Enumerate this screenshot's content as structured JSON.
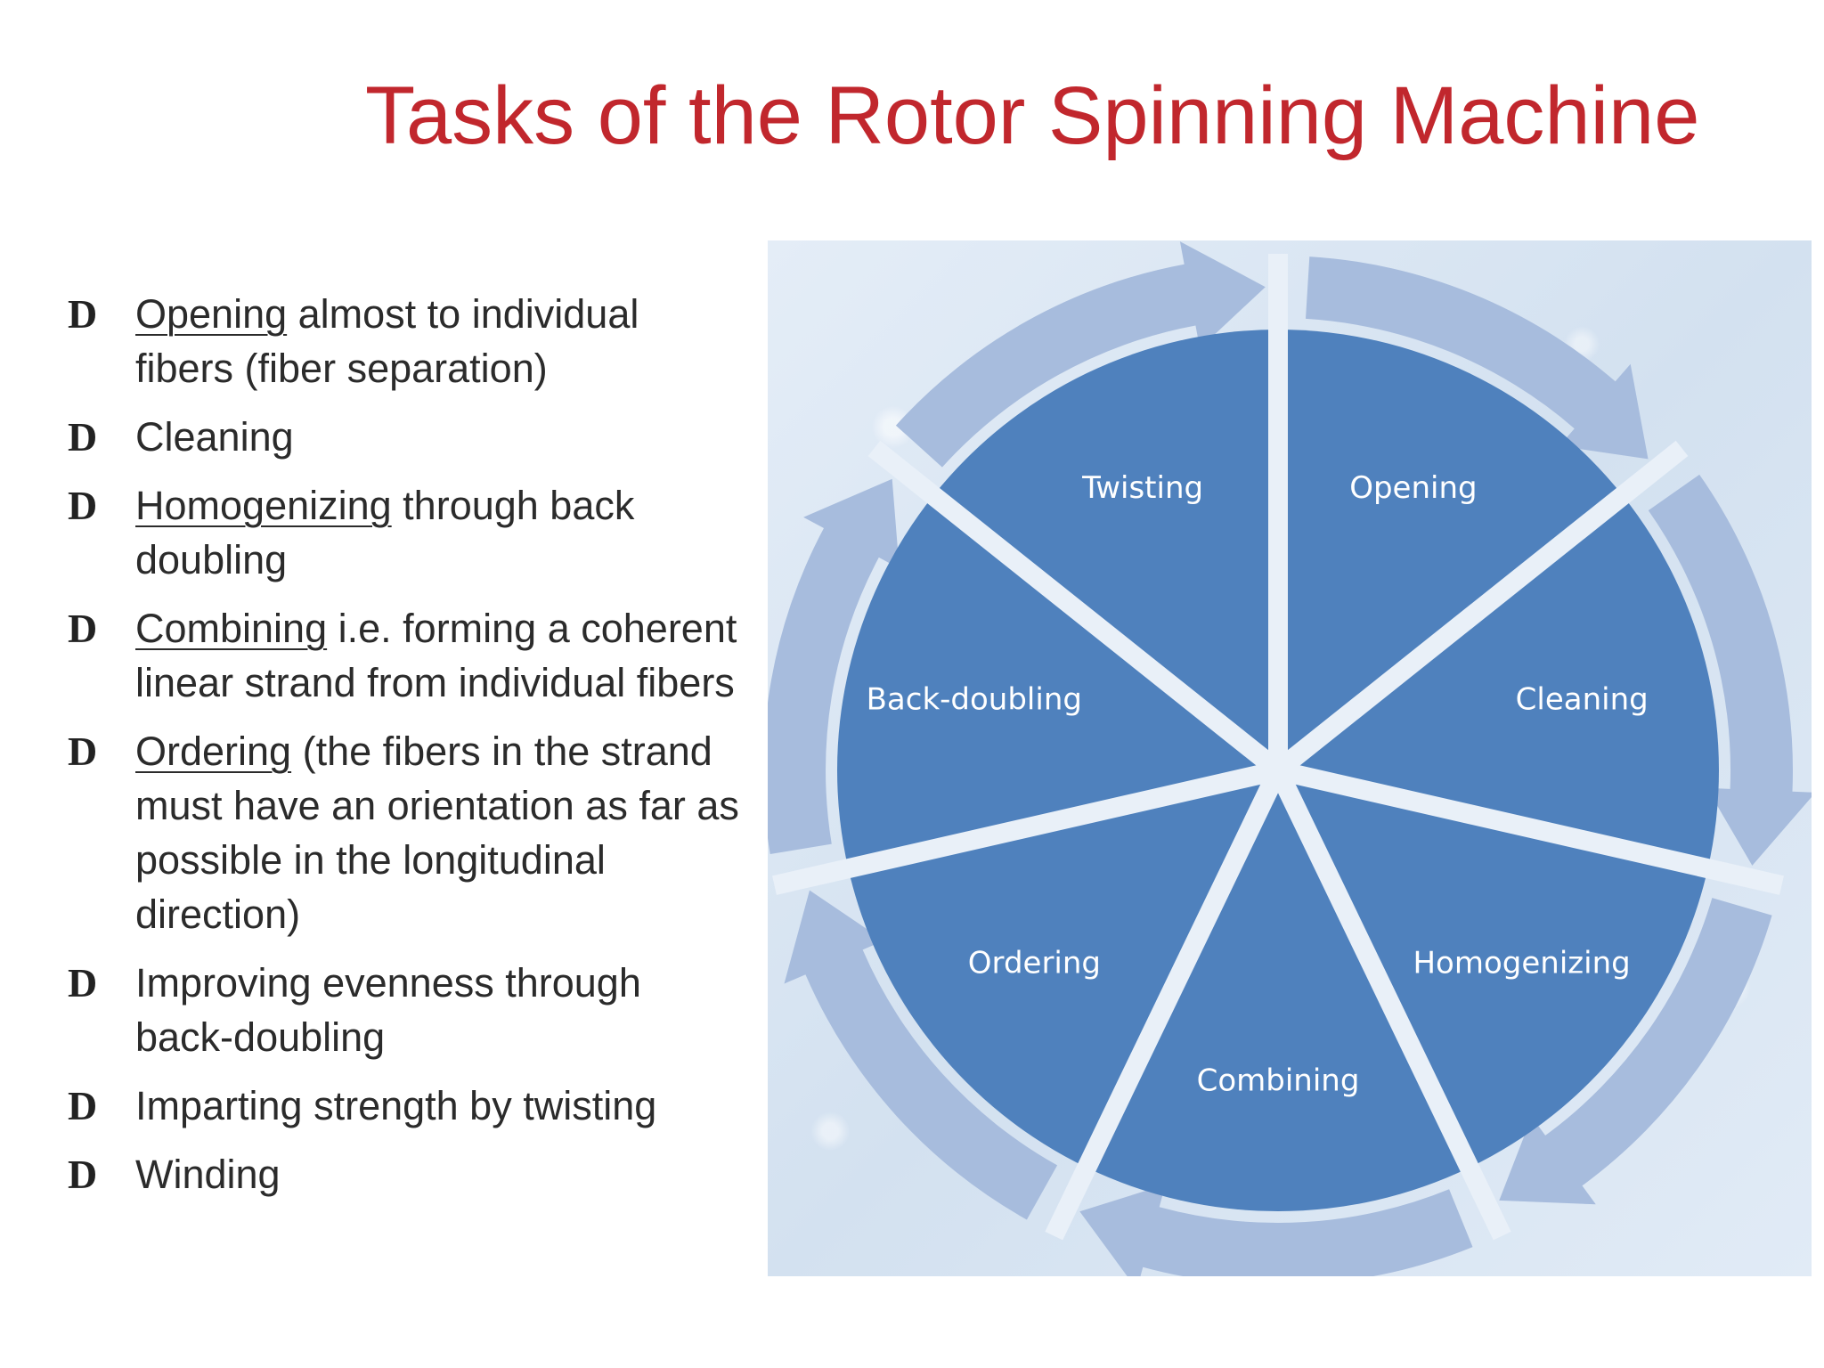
{
  "title": "Tasks of the Rotor Spinning Machine",
  "bullet_marker": "D",
  "bullets": [
    {
      "keyword": "Opening",
      "text": " almost to individual fibers (fiber separation)"
    },
    {
      "keyword": "",
      "text": "Cleaning"
    },
    {
      "keyword": "Homogenizing",
      "text": " through back doubling"
    },
    {
      "keyword": "Combining",
      "text": " i.e. forming a coherent linear strand from individual fibers"
    },
    {
      "keyword": "Ordering",
      "text": " (the fibers in the strand must have an orientation as far as possible in the longitudinal direction)"
    },
    {
      "keyword": "",
      "text": "Improving evenness through back-doubling"
    },
    {
      "keyword": "",
      "text": "Imparting strength by twisting"
    },
    {
      "keyword": "",
      "text": "Winding"
    }
  ],
  "cycle": {
    "segments": [
      "Opening",
      "Cleaning",
      "Homogenizing",
      "Combining",
      "Ordering",
      "Back-doubling",
      "Twisting"
    ],
    "colors": {
      "segment": "#4f81bd",
      "arrow": "#a7bcdd",
      "divider": "#e9f0f8"
    }
  }
}
